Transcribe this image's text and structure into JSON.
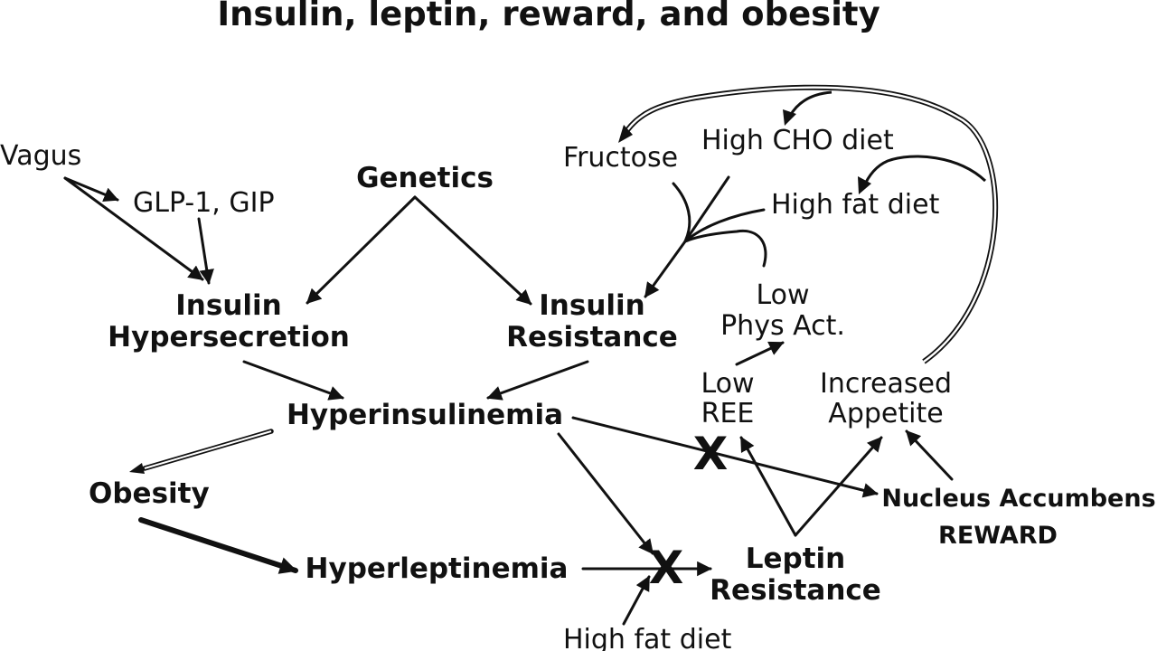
{
  "title": "Insulin, leptin, reward, and obesity",
  "nodes": {
    "vagus": "Vagus",
    "glp_gip": "GLP-1, GIP",
    "genetics": "Genetics",
    "insulin_hypersecretion": [
      "Insulin",
      "Hypersecretion"
    ],
    "insulin_resistance": [
      "Insulin",
      "Resistance"
    ],
    "hyperinsulinemia": "Hyperinsulinemia",
    "obesity": "Obesity",
    "hyperleptinemia": "Hyperleptinemia",
    "leptin_resistance": [
      "Leptin",
      "Resistance"
    ],
    "fructose": "Fructose",
    "high_cho_diet": "High CHO diet",
    "high_fat_diet_top": "High fat diet",
    "low_phys_act": [
      "Low",
      "Phys Act."
    ],
    "low_ree": [
      "Low",
      "REE"
    ],
    "increased_appetite": [
      "Increased",
      "Appetite"
    ],
    "nucleus_accumbens": "Nucleus Accumbens",
    "reward": "REWARD",
    "high_fat_diet_bottom": "High fat diet"
  },
  "blocks": {
    "block_ree": "X",
    "block_leptin": "X"
  },
  "colors": {
    "ink": "#111111",
    "background": "#ffffff"
  }
}
